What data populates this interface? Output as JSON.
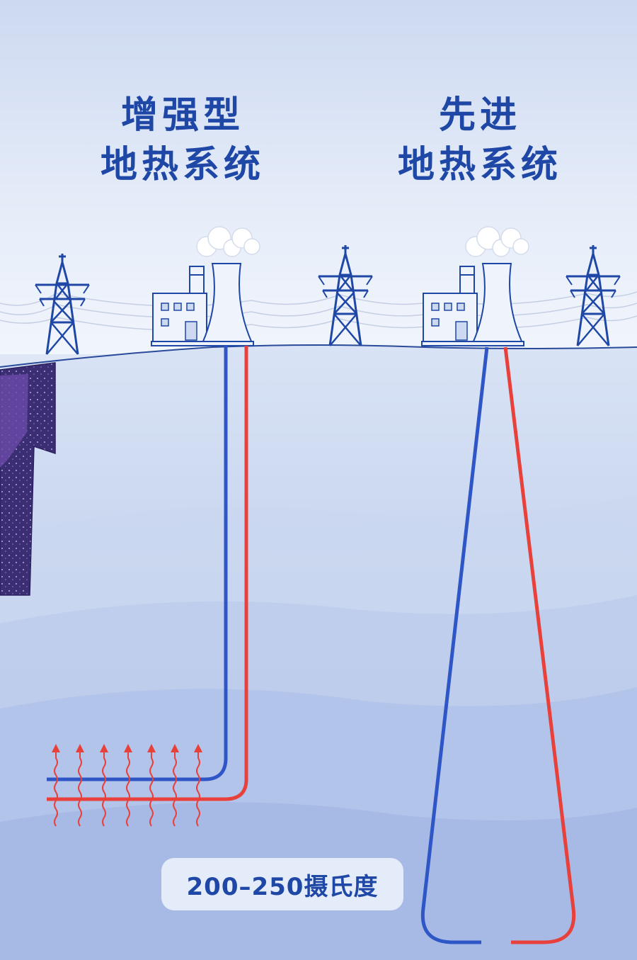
{
  "left_system": {
    "title_line1": "增强型",
    "title_line2": "地热系统"
  },
  "right_system": {
    "title_line1": "先进",
    "title_line2": "地热系统"
  },
  "temperature_label": "200–250摄氏度",
  "colors": {
    "title": "#1f47a6",
    "cold_pipe": "#2e56c6",
    "hot_pipe": "#e8403a",
    "sky_top": "#dfe7f6",
    "ground": "#c9d6f0",
    "rock": "#3d2f6e"
  },
  "icons": [
    "transmission-tower-icon",
    "power-plant-icon",
    "cooling-tower-icon",
    "steam-cloud-icon",
    "heat-arrow-icon"
  ]
}
